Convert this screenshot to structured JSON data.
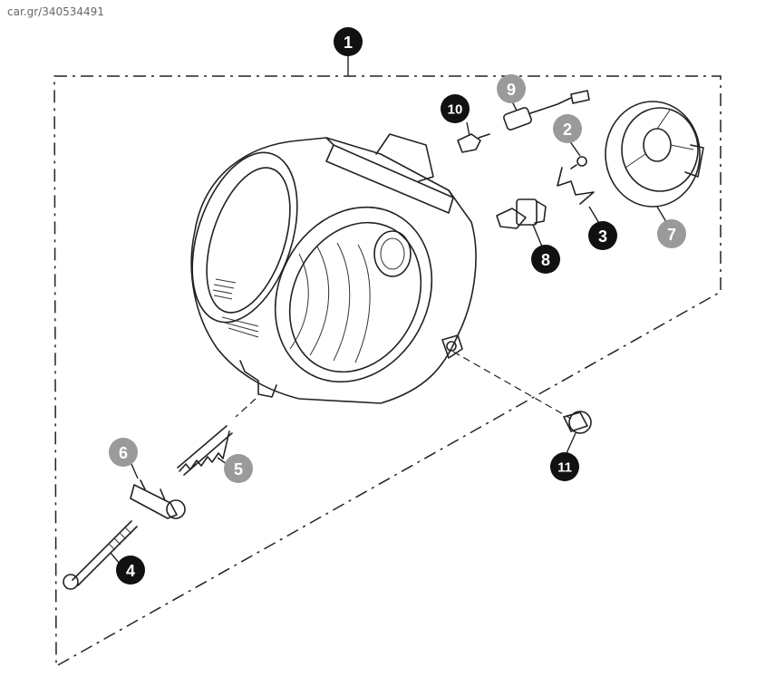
{
  "watermark": "car.gr/340534491",
  "colors": {
    "callout_dark": "#111111",
    "callout_grey": "#9a9a9a",
    "line": "#222222"
  },
  "callouts": [
    {
      "id": "callout-1",
      "label": "1",
      "style": "dark"
    },
    {
      "id": "callout-2",
      "label": "2",
      "style": "grey"
    },
    {
      "id": "callout-3",
      "label": "3",
      "style": "dark"
    },
    {
      "id": "callout-4",
      "label": "4",
      "style": "dark"
    },
    {
      "id": "callout-5",
      "label": "5",
      "style": "grey"
    },
    {
      "id": "callout-6",
      "label": "6",
      "style": "grey"
    },
    {
      "id": "callout-7",
      "label": "7",
      "style": "grey"
    },
    {
      "id": "callout-8",
      "label": "8",
      "style": "dark"
    },
    {
      "id": "callout-9",
      "label": "9",
      "style": "grey"
    },
    {
      "id": "callout-10",
      "label": "10",
      "style": "dark"
    },
    {
      "id": "callout-11",
      "label": "11",
      "style": "dark"
    }
  ]
}
